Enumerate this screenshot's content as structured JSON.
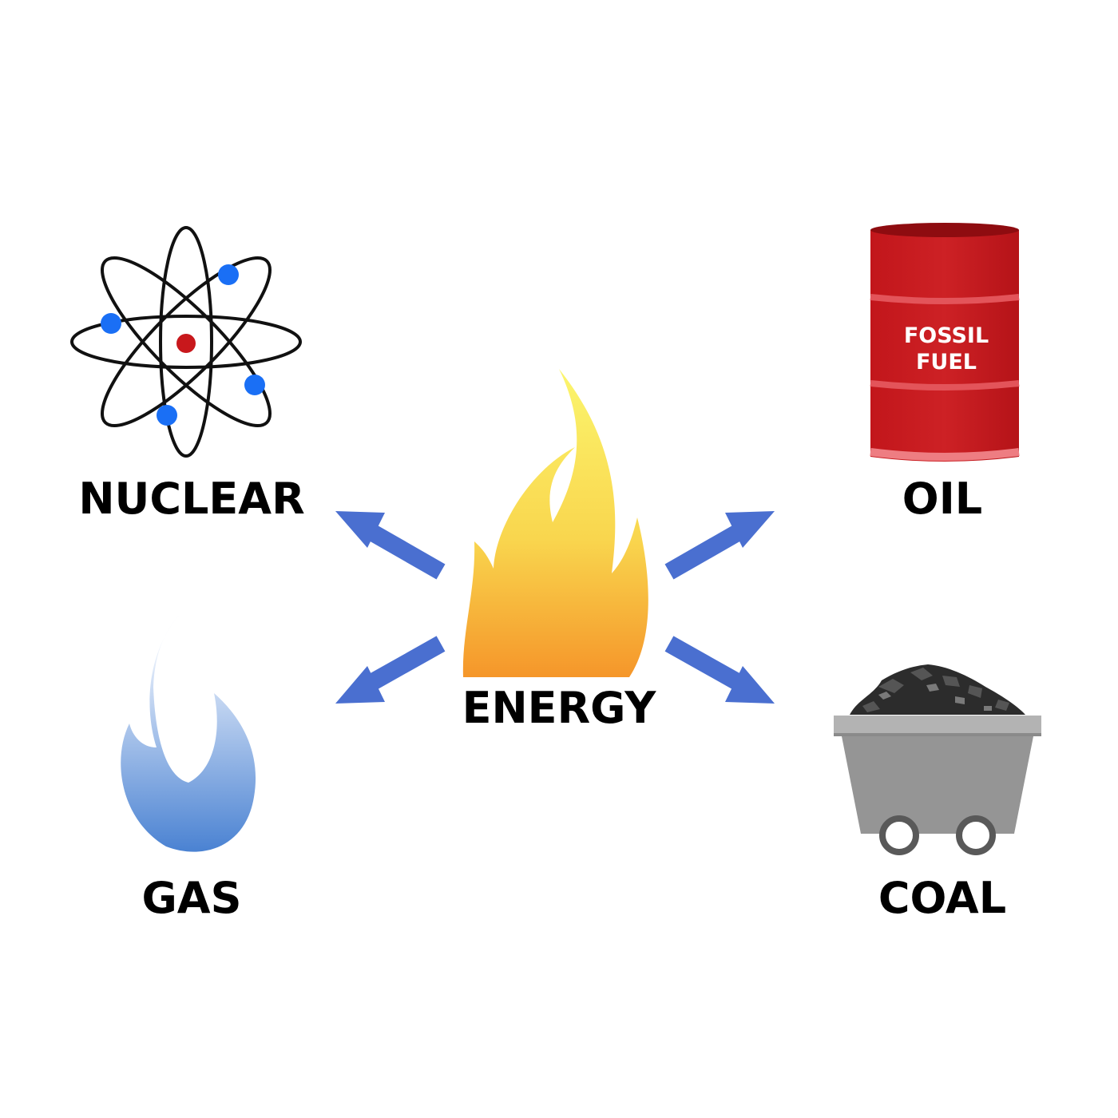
{
  "center": {
    "label": "ENERGY"
  },
  "sources": {
    "nuclear": {
      "label": "NUCLEAR"
    },
    "oil": {
      "label": "OIL",
      "barrel_text_line1": "FOSSIL",
      "barrel_text_line2": "FUEL"
    },
    "gas": {
      "label": "GAS"
    },
    "coal": {
      "label": "COAL"
    }
  },
  "colors": {
    "arrow": "#4a6fd0",
    "barrel": "#c8181c",
    "electron": "#1a6ff5",
    "nucleus": "#c8181c"
  }
}
